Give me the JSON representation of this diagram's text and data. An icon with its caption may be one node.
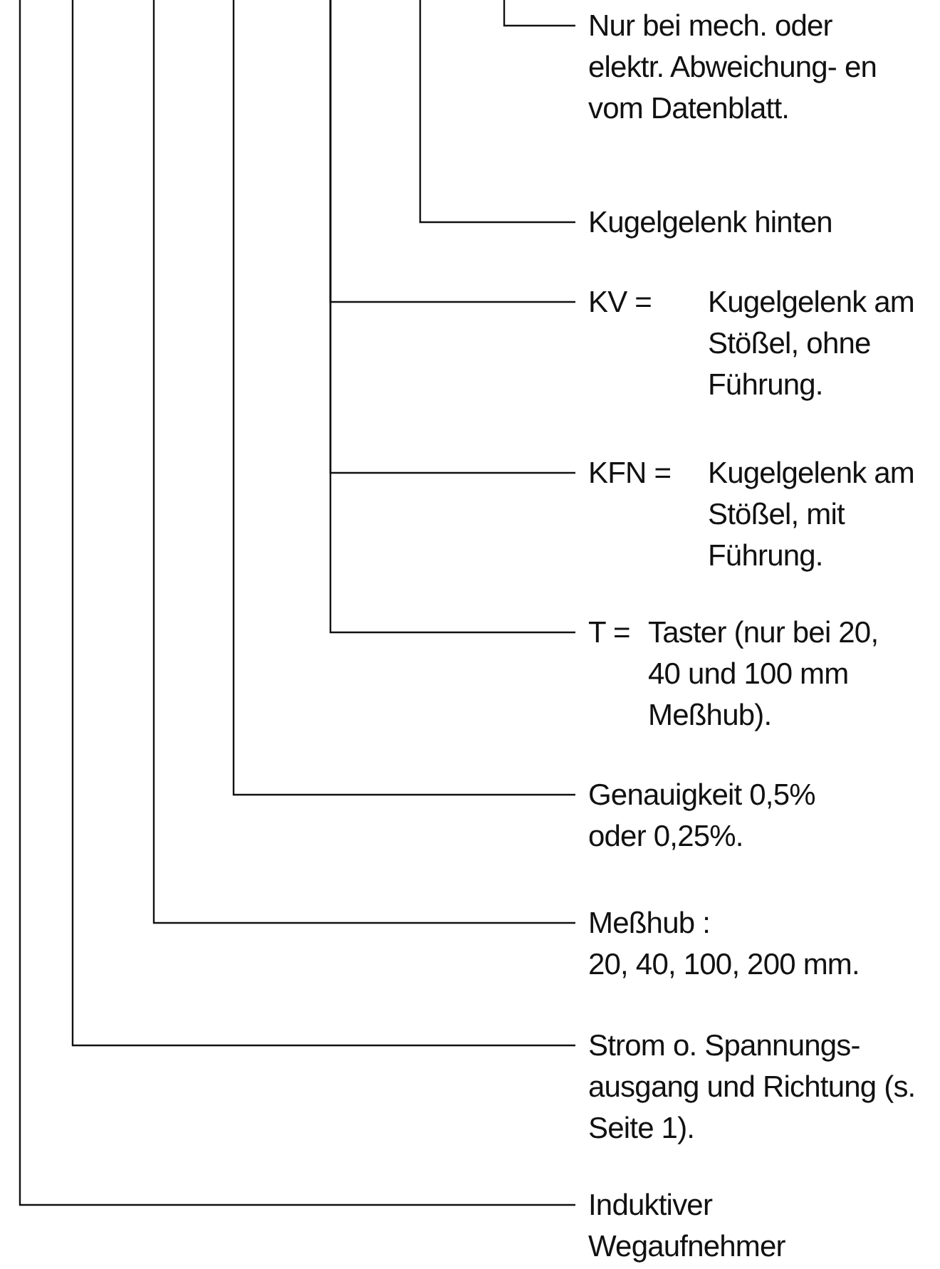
{
  "diagram": {
    "nodes": [
      {
        "text": [
          "Nur bei mech. oder elektr. Abweichung- en vom Datenblatt."
        ]
      },
      {
        "text": [
          "Kugelgelenk hinten"
        ]
      },
      {
        "text": [
          "KV =",
          "Kugelgelenk am Stößel, ohne Führung."
        ]
      },
      {
        "text": [
          "KFN =",
          "Kugelgelenk am Stößel, mit Führung."
        ]
      },
      {
        "text": [
          "T =",
          "Taster (nur bei 20, 40 und 100 mm Meßhub)."
        ]
      },
      {
        "text": [
          "Genauigkeit 0,5% oder 0,25%."
        ]
      },
      {
        "text": [
          "Meßhub :",
          "20, 40, 100, 200 mm."
        ]
      },
      {
        "text": [
          "Strom o. Spannungs- ausgang und Richtung (s. Seite 1)."
        ]
      },
      {
        "text": [
          "Induktiver Wegaufnehmer"
        ]
      }
    ],
    "edges": [
      {
        "from": null,
        "to": 0,
        "arrow": "none"
      },
      {
        "from": null,
        "to": 1,
        "arrow": "none"
      },
      {
        "from": null,
        "to": 2,
        "arrow": "none"
      },
      {
        "from": null,
        "to": 3,
        "arrow": "none"
      },
      {
        "from": null,
        "to": 4,
        "arrow": "none"
      },
      {
        "from": null,
        "to": 5,
        "arrow": "none"
      },
      {
        "from": null,
        "to": 6,
        "arrow": "none"
      },
      {
        "from": null,
        "to": 7,
        "arrow": "none"
      },
      {
        "from": null,
        "to": 8,
        "arrow": "none"
      }
    ]
  }
}
